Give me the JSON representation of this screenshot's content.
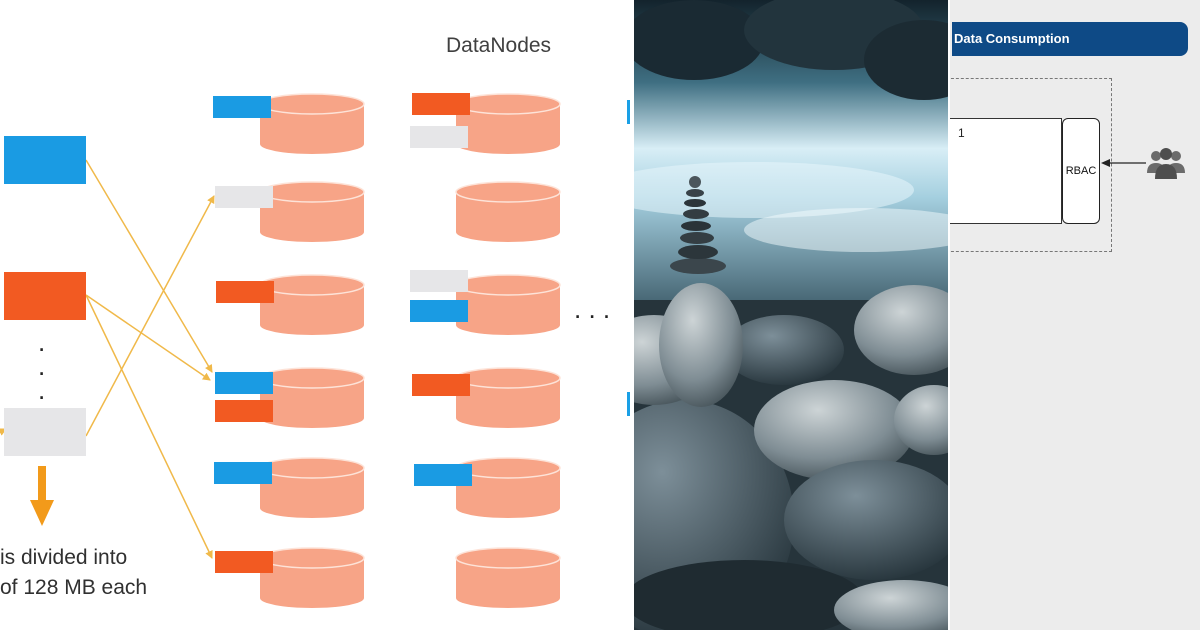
{
  "hdfs_diagram": {
    "datanodes_label": "DataNodes",
    "caption_lines": [
      "is divided into",
      "of 128 MB each"
    ],
    "colors": {
      "blue": "#1a9be3",
      "orange": "#f25a22",
      "gray": "#e6e6e8",
      "cylinder": "#f7a487",
      "cylinder_edge": "#f2876a",
      "arrow": "#f0b94a",
      "down_arrow": "#f29a1a"
    },
    "source_blocks": [
      "blue",
      "orange",
      "gray"
    ]
  },
  "photo": {
    "subject": "stacked stones cairn on river rocks beside rushing water"
  },
  "data_consumption": {
    "header": "Data Consumption",
    "label_1": "1",
    "rbac_label": "RBAC",
    "users_icon": "users-icon"
  }
}
